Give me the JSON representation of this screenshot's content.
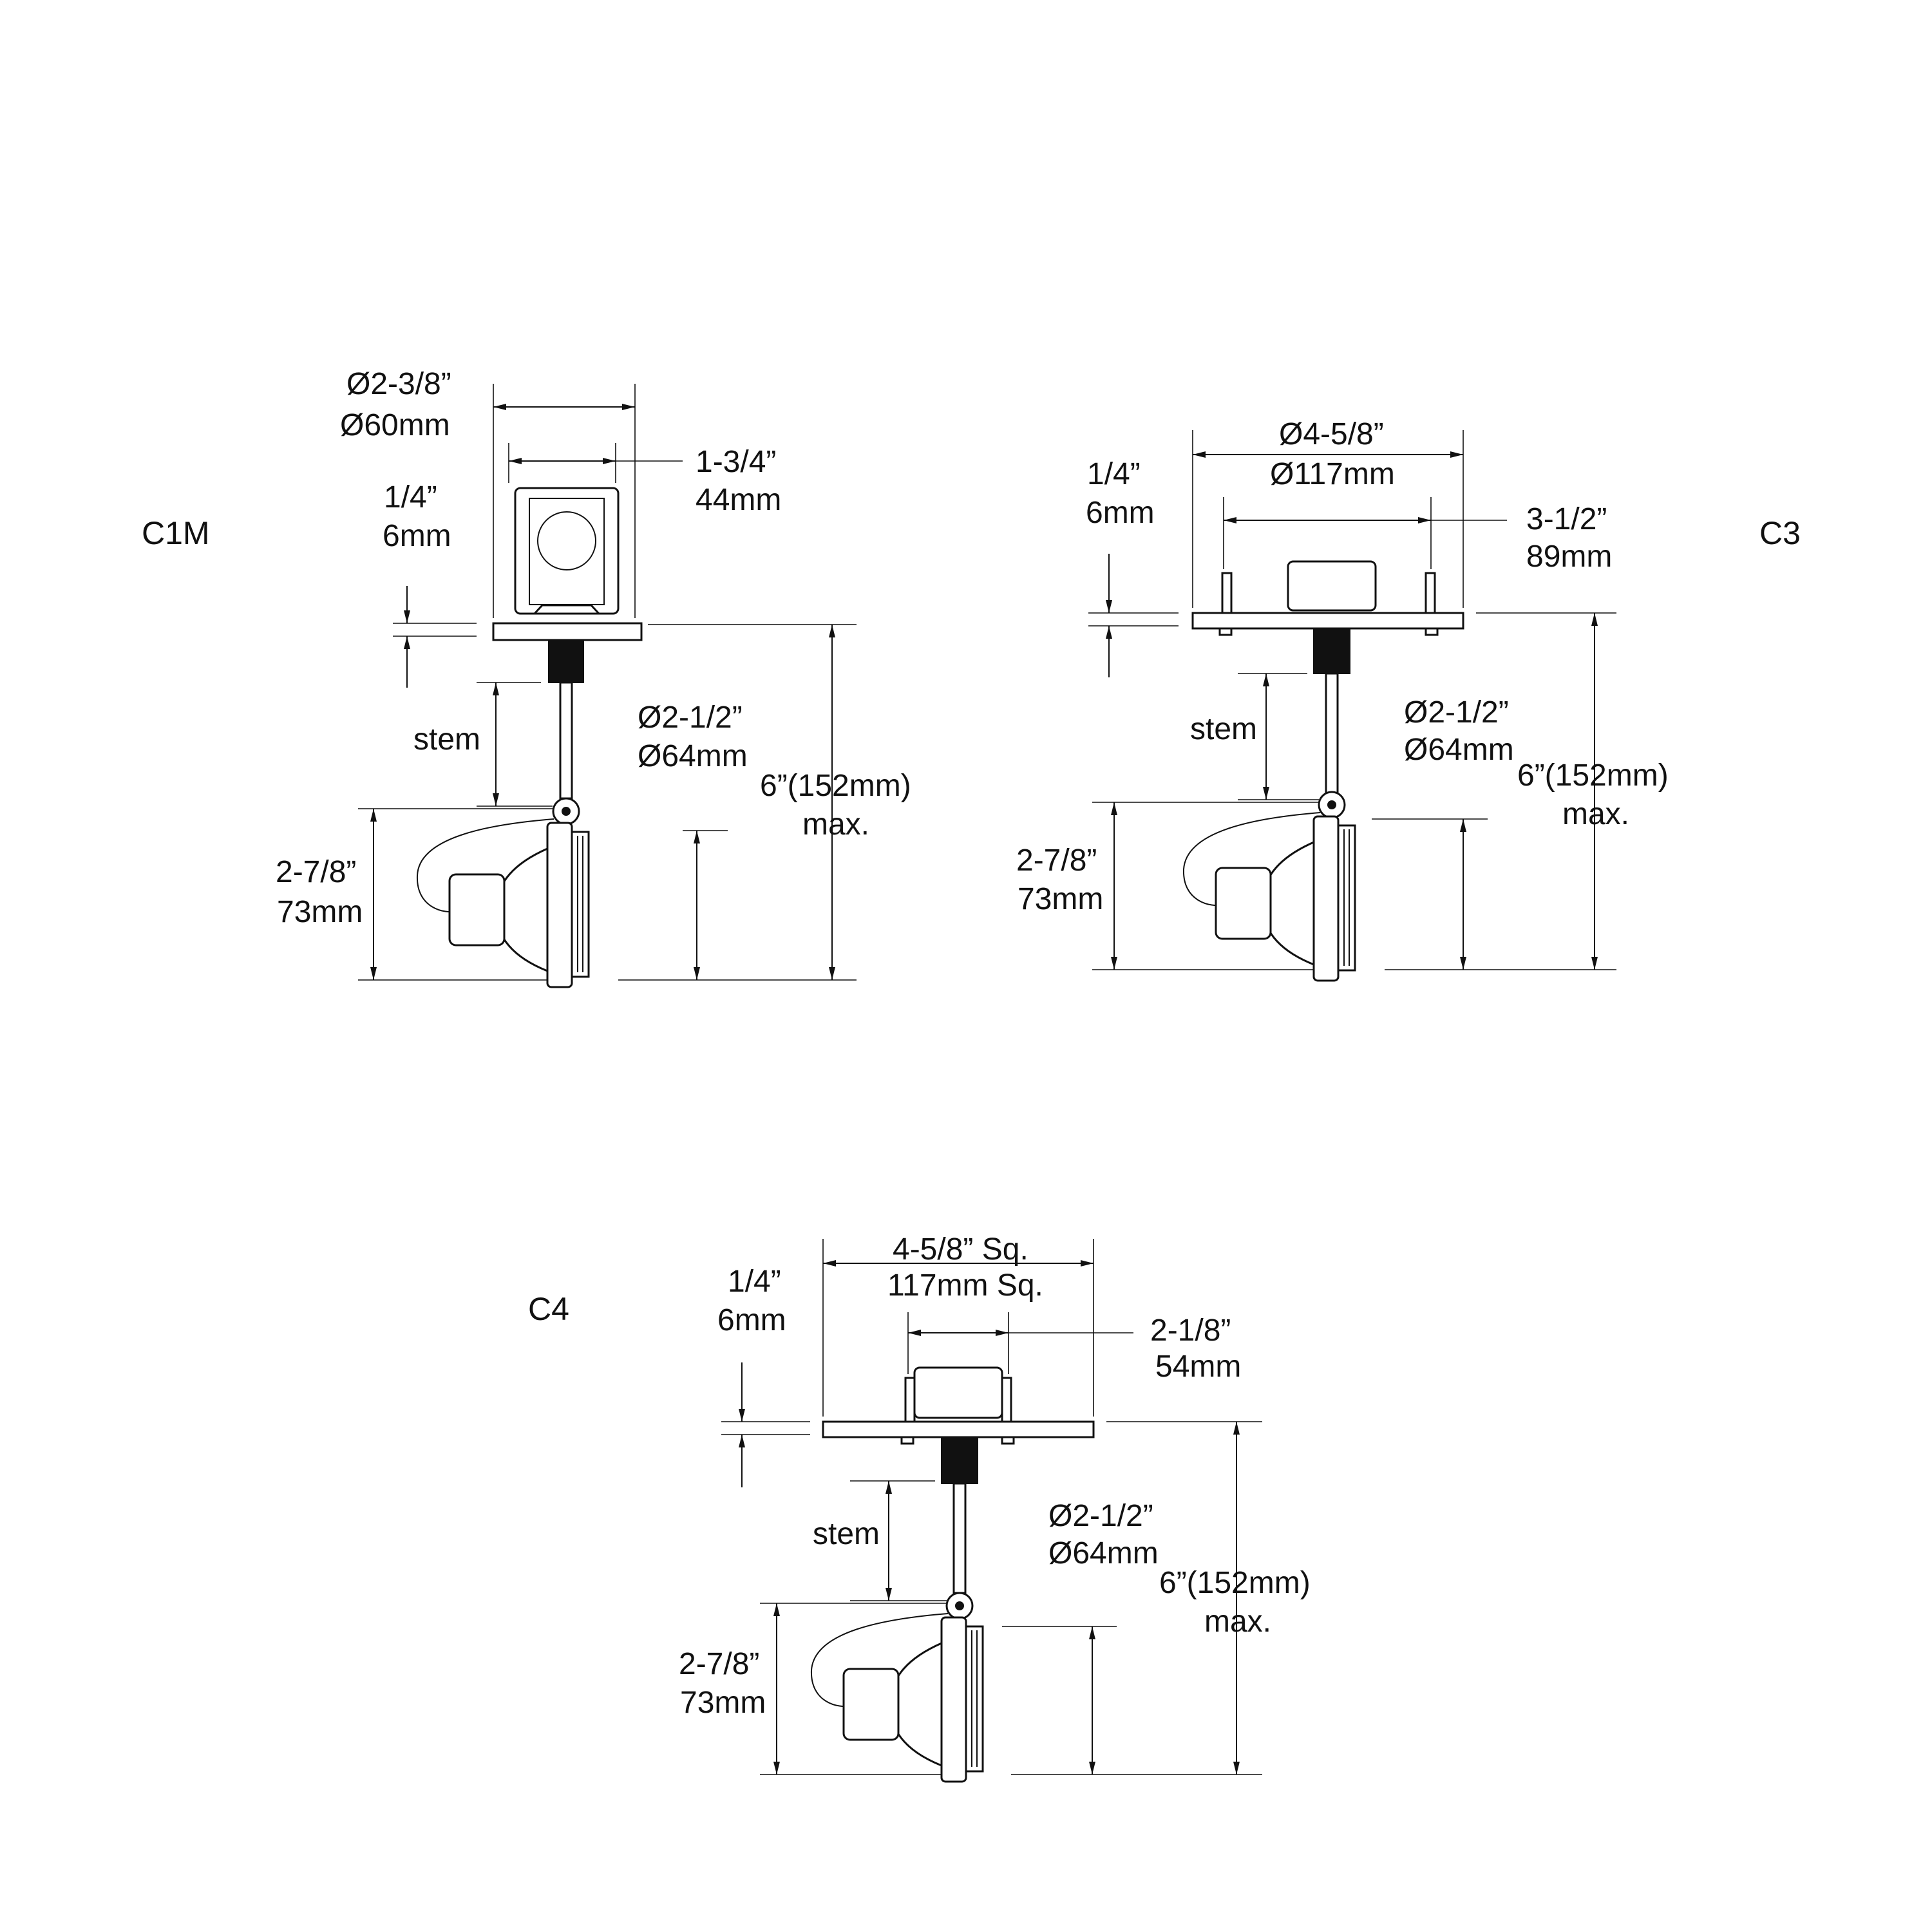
{
  "views": [
    {
      "id": "C1M",
      "title": "C1M",
      "canopy": {
        "dia_in": "Ø2-3/8”",
        "dia_mm": "Ø60mm"
      },
      "mount": {
        "in": "1-3/4”",
        "mm": "44mm"
      },
      "thickness": {
        "in": "1/4”",
        "mm": "6mm"
      },
      "stem": "stem",
      "lamp_dia": {
        "in": "Ø2-1/2”",
        "mm": "Ø64mm"
      },
      "overall": {
        "in": "6”(152mm)",
        "note": "max."
      },
      "head_height": {
        "in": "2-7/8”",
        "mm": "73mm"
      }
    },
    {
      "id": "C3",
      "title": "C3",
      "canopy": {
        "dia_in": "Ø4-5/8”",
        "dia_mm": "Ø117mm"
      },
      "mount": {
        "in": "3-1/2”",
        "mm": "89mm"
      },
      "thickness": {
        "in": "1/4”",
        "mm": "6mm"
      },
      "stem": "stem",
      "lamp_dia": {
        "in": "Ø2-1/2”",
        "mm": "Ø64mm"
      },
      "overall": {
        "in": "6”(152mm)",
        "note": "max."
      },
      "head_height": {
        "in": "2-7/8”",
        "mm": "73mm"
      }
    },
    {
      "id": "C4",
      "title": "C4",
      "canopy": {
        "dia_in": "4-5/8” Sq.",
        "dia_mm": "117mm Sq."
      },
      "mount": {
        "in": "2-1/8”",
        "mm": "54mm"
      },
      "thickness": {
        "in": "1/4”",
        "mm": "6mm"
      },
      "stem": "stem",
      "lamp_dia": {
        "in": "Ø2-1/2”",
        "mm": "Ø64mm"
      },
      "overall": {
        "in": "6”(152mm)",
        "note": "max."
      },
      "head_height": {
        "in": "2-7/8”",
        "mm": "73mm"
      }
    }
  ]
}
